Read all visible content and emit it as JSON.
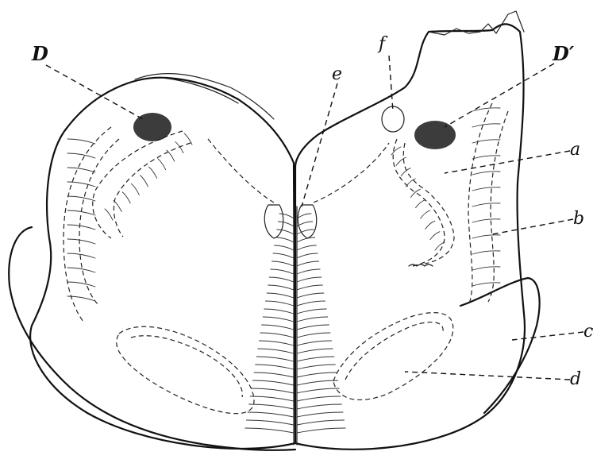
{
  "figure": {
    "labels": {
      "D": "D",
      "D_prime": "D′",
      "e": "e",
      "f": "f",
      "a": "a",
      "b": "b",
      "c": "c",
      "d": "d"
    }
  }
}
